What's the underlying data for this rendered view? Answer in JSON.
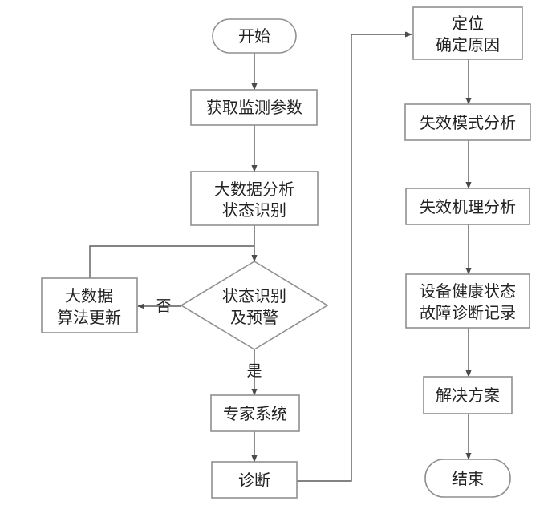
{
  "nodes": {
    "start": "开始",
    "get_params": "获取监测参数",
    "bigdata_analysis": [
      "大数据分析",
      "状态识别"
    ],
    "state_warning": [
      "状态识别",
      "及预警"
    ],
    "algo_update": [
      "大数据",
      "算法更新"
    ],
    "expert_system": "专家系统",
    "diagnosis": "诊断",
    "locate": [
      "定位",
      "确定原因"
    ],
    "failure_mode": "失效模式分析",
    "failure_mechanism": "失效机理分析",
    "health_record": [
      "设备健康状态",
      "故障诊断记录"
    ],
    "solution": "解决方案",
    "end": "结束"
  },
  "edges": {
    "no_label": "否",
    "yes_label": "是"
  }
}
